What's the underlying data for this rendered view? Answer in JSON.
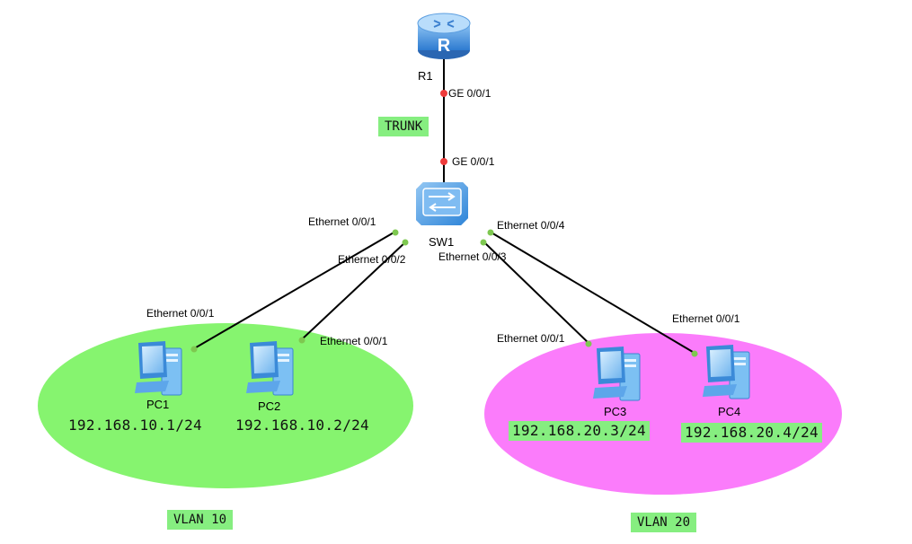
{
  "router": {
    "name": "R1",
    "port": "GE 0/0/1"
  },
  "switch": {
    "name": "SW1",
    "uplink_port": "GE 0/0/1",
    "ports": [
      "Ethernet 0/0/1",
      "Ethernet 0/0/2",
      "Ethernet 0/0/3",
      "Ethernet 0/0/4"
    ]
  },
  "link_label": "TRUNK",
  "pcs": [
    {
      "name": "PC1",
      "port": "Ethernet 0/0/1",
      "ip": "192.168.10.1/24"
    },
    {
      "name": "PC2",
      "port": "Ethernet 0/0/1",
      "ip": "192.168.10.2/24"
    },
    {
      "name": "PC3",
      "port": "Ethernet 0/0/1",
      "ip": "192.168.20.3/24"
    },
    {
      "name": "PC4",
      "port": "Ethernet 0/0/1",
      "ip": "192.168.20.4/24"
    }
  ],
  "vlans": [
    {
      "label": "VLAN 10",
      "color": "#86f46f"
    },
    {
      "label": "VLAN 20",
      "color": "#fb7cfb"
    }
  ],
  "colors": {
    "tag_bg": "#86ee80",
    "port_up": "#7ec850",
    "port_router": "#ee3b3b",
    "router_blue": "#3a86d6",
    "switch_blue": "#3c8fdc"
  }
}
